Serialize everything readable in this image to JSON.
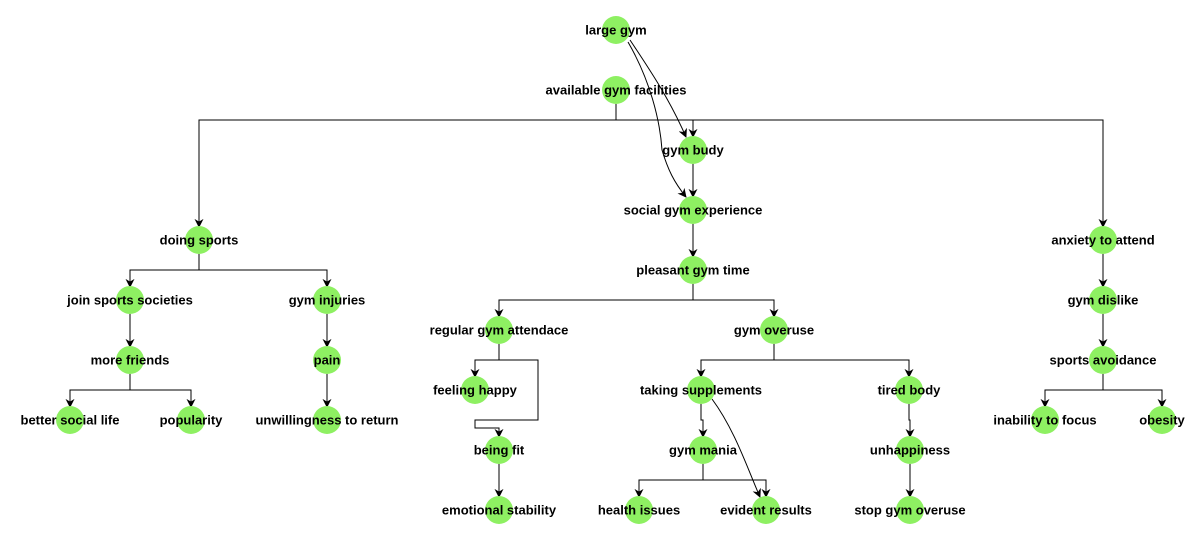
{
  "diagram": {
    "type": "tree-flowchart",
    "colors": {
      "node": "#8ef062",
      "edge": "#000000",
      "label": "#000000"
    },
    "nodes": [
      {
        "id": "large-gym",
        "label": "large gym"
      },
      {
        "id": "available-gym-facilities",
        "label": "available gym facilities"
      },
      {
        "id": "gym-budy",
        "label": "gym budy"
      },
      {
        "id": "social-gym-experience",
        "label": "social gym experience"
      },
      {
        "id": "pleasant-gym-time",
        "label": "pleasant gym time"
      },
      {
        "id": "doing-sports",
        "label": "doing sports"
      },
      {
        "id": "join-sports-societies",
        "label": "join sports societies"
      },
      {
        "id": "gym-injuries",
        "label": "gym injuries"
      },
      {
        "id": "more-friends",
        "label": "more friends"
      },
      {
        "id": "pain",
        "label": "pain"
      },
      {
        "id": "better-social-life",
        "label": "better social life"
      },
      {
        "id": "popularity",
        "label": "popularity"
      },
      {
        "id": "unwillingness-to-return",
        "label": "unwillingness to return"
      },
      {
        "id": "regular-gym-attendace",
        "label": "regular gym attendace"
      },
      {
        "id": "gym-overuse",
        "label": "gym overuse"
      },
      {
        "id": "feeling-happy",
        "label": "feeling happy"
      },
      {
        "id": "being-fit",
        "label": "being fit"
      },
      {
        "id": "emotional-stability",
        "label": "emotional stability"
      },
      {
        "id": "taking-supplements",
        "label": "taking supplements"
      },
      {
        "id": "tired-body",
        "label": "tired body"
      },
      {
        "id": "gym-mania",
        "label": "gym mania"
      },
      {
        "id": "unhappiness",
        "label": "unhappiness"
      },
      {
        "id": "health-issues",
        "label": "health issues"
      },
      {
        "id": "evident-results",
        "label": "evident results"
      },
      {
        "id": "stop-gym-overuse",
        "label": "stop gym overuse"
      },
      {
        "id": "anxiety-to-attend",
        "label": "anxiety to attend"
      },
      {
        "id": "gym-dislike",
        "label": "gym dislike"
      },
      {
        "id": "sports-avoidance",
        "label": "sports avoidance"
      },
      {
        "id": "inability-to-focus",
        "label": "inability to focus"
      },
      {
        "id": "obesity",
        "label": "obesity"
      }
    ],
    "edges": [
      {
        "from": "large-gym",
        "to": "gym-budy"
      },
      {
        "from": "large-gym",
        "to": "social-gym-experience"
      },
      {
        "from": "available-gym-facilities",
        "to": "doing-sports"
      },
      {
        "from": "available-gym-facilities",
        "to": "gym-budy"
      },
      {
        "from": "available-gym-facilities",
        "to": "anxiety-to-attend"
      },
      {
        "from": "gym-budy",
        "to": "social-gym-experience"
      },
      {
        "from": "social-gym-experience",
        "to": "pleasant-gym-time"
      },
      {
        "from": "pleasant-gym-time",
        "to": "regular-gym-attendace"
      },
      {
        "from": "pleasant-gym-time",
        "to": "gym-overuse"
      },
      {
        "from": "doing-sports",
        "to": "join-sports-societies"
      },
      {
        "from": "doing-sports",
        "to": "gym-injuries"
      },
      {
        "from": "join-sports-societies",
        "to": "more-friends"
      },
      {
        "from": "more-friends",
        "to": "better-social-life"
      },
      {
        "from": "more-friends",
        "to": "popularity"
      },
      {
        "from": "gym-injuries",
        "to": "pain"
      },
      {
        "from": "pain",
        "to": "unwillingness-to-return"
      },
      {
        "from": "regular-gym-attendace",
        "to": "feeling-happy"
      },
      {
        "from": "regular-gym-attendace",
        "to": "being-fit"
      },
      {
        "from": "being-fit",
        "to": "emotional-stability"
      },
      {
        "from": "gym-overuse",
        "to": "taking-supplements"
      },
      {
        "from": "gym-overuse",
        "to": "tired-body"
      },
      {
        "from": "taking-supplements",
        "to": "gym-mania"
      },
      {
        "from": "taking-supplements",
        "to": "evident-results"
      },
      {
        "from": "gym-mania",
        "to": "health-issues"
      },
      {
        "from": "gym-mania",
        "to": "evident-results"
      },
      {
        "from": "tired-body",
        "to": "unhappiness"
      },
      {
        "from": "unhappiness",
        "to": "stop-gym-overuse"
      },
      {
        "from": "anxiety-to-attend",
        "to": "gym-dislike"
      },
      {
        "from": "gym-dislike",
        "to": "sports-avoidance"
      },
      {
        "from": "sports-avoidance",
        "to": "inability-to-focus"
      },
      {
        "from": "sports-avoidance",
        "to": "obesity"
      }
    ]
  }
}
